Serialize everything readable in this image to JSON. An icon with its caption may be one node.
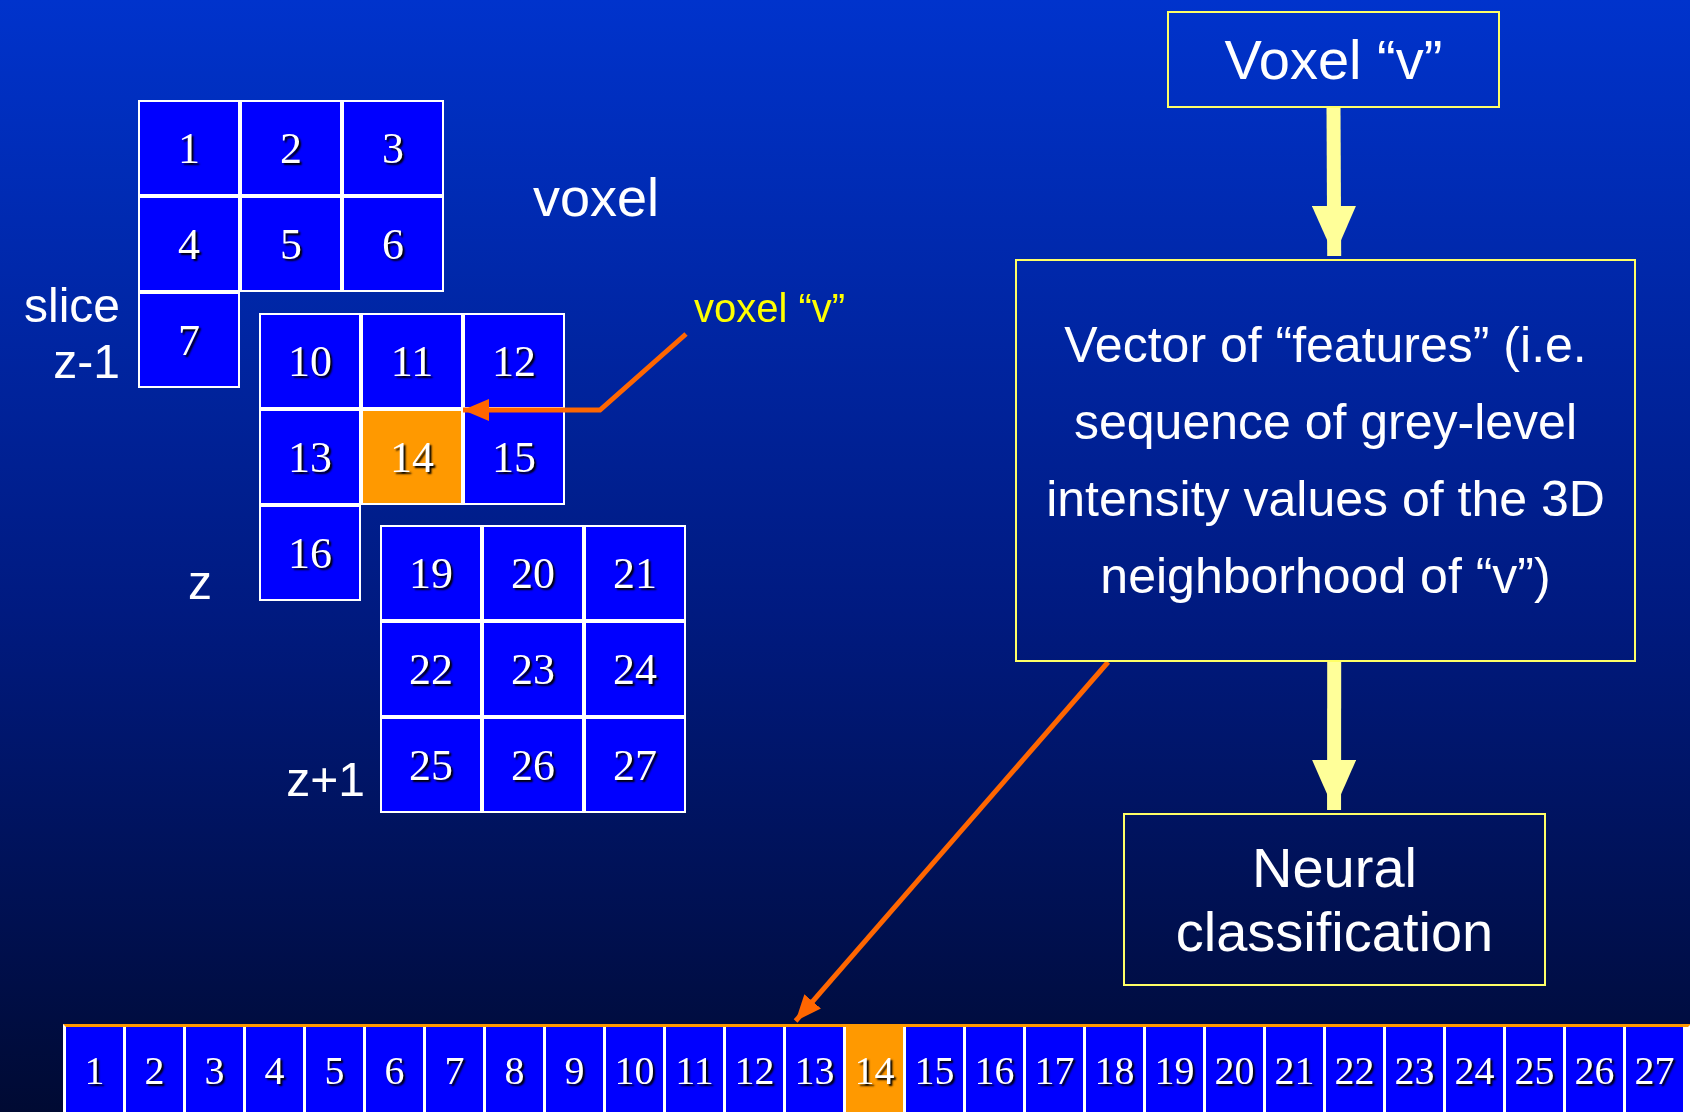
{
  "diagram": {
    "nodes": [
      {
        "text": [
          "Voxel “v”"
        ]
      },
      {
        "text": [],
        "shape": "box",
        "beside": [
          "slice z-1"
        ]
      },
      {
        "text": [
          "1"
        ],
        "in": 1
      },
      {
        "text": [
          "2"
        ],
        "in": 1
      },
      {
        "text": [
          "3"
        ],
        "in": 1
      },
      {
        "text": [
          "4"
        ],
        "in": 1
      },
      {
        "text": [
          "5"
        ],
        "in": 1
      },
      {
        "text": [
          "6"
        ],
        "in": 1
      },
      {
        "text": [
          "7"
        ],
        "in": 1
      },
      {
        "text": [
          "voxel “v”"
        ]
      },
      {
        "text": [
          "Vector of “features” (i.e. sequence of grey-level intensity values of the 3D neighborhood of “v”)"
        ]
      },
      {
        "text": [],
        "shape": "box",
        "beside": [
          "z"
        ]
      },
      {
        "text": [
          "10"
        ],
        "in": 11
      },
      {
        "text": [
          "11"
        ],
        "in": 11
      },
      {
        "text": [
          "12"
        ],
        "in": 11
      },
      {
        "text": [
          "13"
        ],
        "in": 11
      },
      {
        "text": [
          "14"
        ],
        "in": 11
      },
      {
        "text": [
          "15"
        ],
        "in": 11
      },
      {
        "text": [
          "16"
        ],
        "in": 11
      },
      {
        "text": [],
        "shape": "box",
        "beside": [
          "z+1"
        ]
      },
      {
        "text": [
          "19"
        ],
        "in": 19
      },
      {
        "text": [
          "20"
        ],
        "in": 19
      },
      {
        "text": [
          "21"
        ],
        "in": 19
      },
      {
        "text": [
          "22"
        ],
        "in": 19
      },
      {
        "text": [
          "23"
        ],
        "in": 19
      },
      {
        "text": [
          "24"
        ],
        "in": 19
      },
      {
        "text": [
          "25"
        ],
        "in": 19
      },
      {
        "text": [
          "26"
        ],
        "in": 19
      },
      {
        "text": [
          "27"
        ],
        "in": 19
      },
      {
        "text": [
          "Neural classification"
        ]
      },
      {
        "text": [],
        "shape": "bar"
      },
      {
        "text": [
          "1"
        ],
        "in": 30
      },
      {
        "text": [
          "2"
        ],
        "in": 30
      },
      {
        "text": [
          "3"
        ],
        "in": 30
      },
      {
        "text": [
          "4"
        ],
        "in": 30
      },
      {
        "text": [
          "5"
        ],
        "in": 30
      },
      {
        "text": [
          "6"
        ],
        "in": 30
      },
      {
        "text": [
          "7"
        ],
        "in": 30
      },
      {
        "text": [
          "8"
        ],
        "in": 30
      },
      {
        "text": [
          "9"
        ],
        "in": 30
      },
      {
        "text": [
          "10"
        ],
        "in": 30
      },
      {
        "text": [
          "11"
        ],
        "in": 30
      },
      {
        "text": [
          "12"
        ],
        "in": 30
      },
      {
        "text": [
          "13"
        ],
        "in": 30
      },
      {
        "text": [
          "14"
        ],
        "in": 30
      },
      {
        "text": [
          "15"
        ],
        "in": 30
      },
      {
        "text": [
          "16"
        ],
        "in": 30
      },
      {
        "text": [
          "17"
        ],
        "in": 30
      },
      {
        "text": [
          "18"
        ],
        "in": 30
      },
      {
        "text": [
          "19"
        ],
        "in": 30
      },
      {
        "text": [
          "20"
        ],
        "in": 30
      },
      {
        "text": [
          "21"
        ],
        "in": 30
      },
      {
        "text": [
          "22"
        ],
        "in": 30
      },
      {
        "text": [
          "23"
        ],
        "in": 30
      },
      {
        "text": [
          "24"
        ],
        "in": 30
      },
      {
        "text": [
          "25"
        ],
        "in": 30
      },
      {
        "text": [
          "26"
        ],
        "in": 30
      },
      {
        "text": [
          "27"
        ],
        "in": 30
      }
    ],
    "edges": [
      {
        "from": 0,
        "to": 10,
        "arrow": "to",
        "style": "thick",
        "color": "#ffff99"
      },
      {
        "from": 10,
        "to": 29,
        "arrow": "to",
        "style": "thick",
        "color": "#ffff99"
      },
      {
        "from": 9,
        "to": 16,
        "arrow": "to",
        "color": "#ff6600"
      },
      {
        "from": 10,
        "to": 30,
        "arrow": "to",
        "color": "#ff6600"
      }
    ],
    "labels": [
      "voxel"
    ]
  }
}
